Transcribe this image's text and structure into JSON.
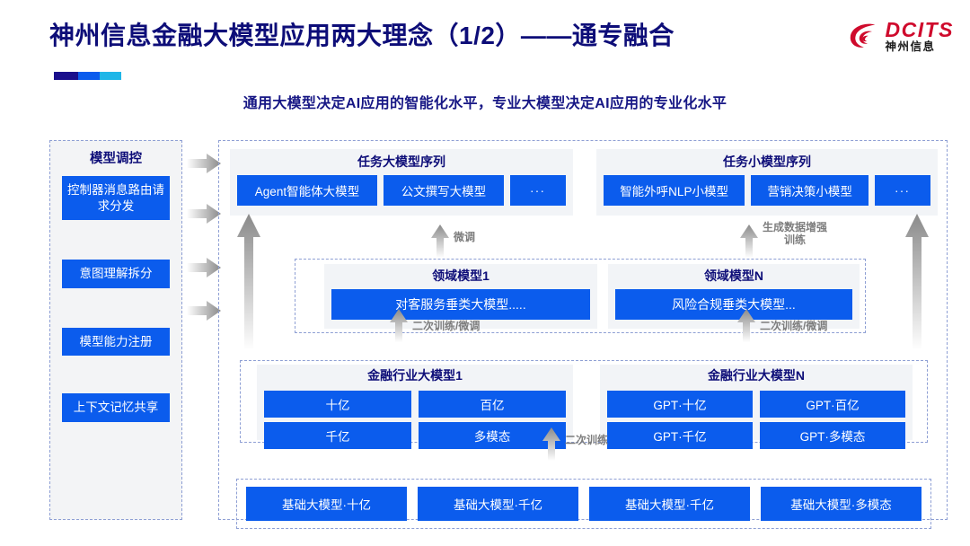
{
  "header": {
    "title": "神州信息金融大模型应用两大理念（1/2）——通专融合",
    "subtitle": "通用大模型决定AI应用的智能化水平，专业大模型决定AI应用的专业化水平",
    "logo": {
      "en": "DCITS",
      "cn": "神州信息",
      "mark": "dcits-swirl-icon"
    },
    "accent_bar": [
      "#1a0f8c",
      "#0b5ced",
      "#1fb6e8"
    ]
  },
  "colors": {
    "title_navy": "#0d0d78",
    "chip_blue": "#0b5ced",
    "panel_gray": "#f2f4f7",
    "dashed_border": "#8e9fd4",
    "caption_gray": "#7d7d7d",
    "logo_red": "#cf0a2c"
  },
  "control_panel": {
    "title": "模型调控",
    "items": [
      {
        "label": "控制器消息路由请求分发"
      },
      {
        "label": "意图理解拆分"
      },
      {
        "label": "模型能力注册"
      },
      {
        "label": "上下文记忆共享"
      }
    ]
  },
  "task_sequences": [
    {
      "title": "任务大模型序列",
      "chips": [
        "Agent智能体大模型",
        "公文撰写大模型",
        "..."
      ]
    },
    {
      "title": "任务小模型序列",
      "chips": [
        "智能外呼NLP小模型",
        "营销决策小模型",
        "..."
      ]
    }
  ],
  "domain_models": [
    {
      "title": "领域模型1",
      "box": "对客服务垂类大模型....."
    },
    {
      "title": "领域模型N",
      "box": "风险合规垂类大模型..."
    }
  ],
  "industry_models": [
    {
      "title": "金融行业大模型1",
      "chips": [
        "十亿",
        "百亿",
        "千亿",
        "多模态"
      ]
    },
    {
      "title": "金融行业大模型N",
      "chips": [
        "GPT·十亿",
        "GPT·百亿",
        "GPT·千亿",
        "GPT·多模态"
      ]
    }
  ],
  "base_models": {
    "chips": [
      "基础大模型·十亿",
      "基础大模型·千亿",
      "基础大模型·千亿",
      "基础大模型·多模态"
    ]
  },
  "captions": {
    "fine_tune": "微调",
    "data_aug_line1": "生成数据增强",
    "data_aug_line2": "训练",
    "retrain_tune_left": "二次训练/微调",
    "retrain_tune_right": "二次训练/微调",
    "retrain": "二次训练"
  }
}
